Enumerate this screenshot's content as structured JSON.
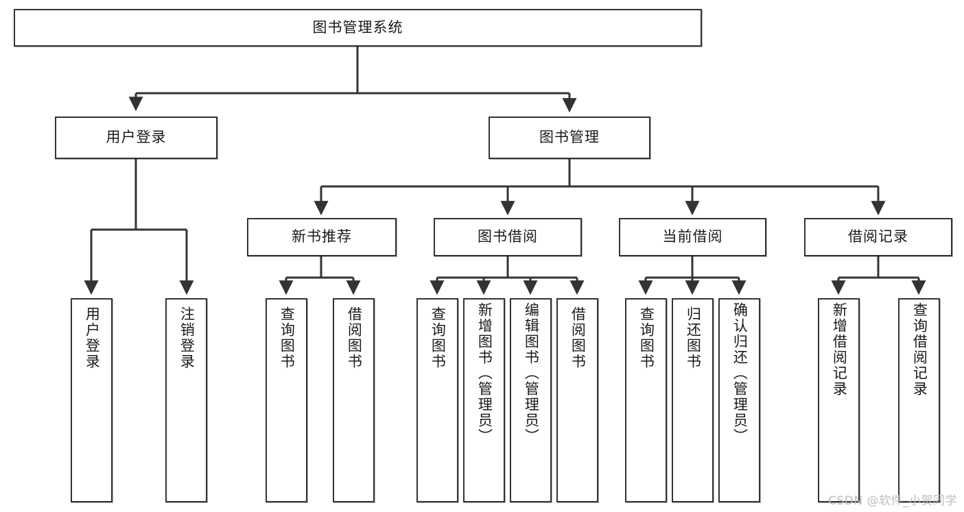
{
  "diagram": {
    "title": "图书管理系统",
    "type": "hierarchy-tree",
    "watermark": "CSDN @软件_小贺同学",
    "colors": {
      "box_border": "#333333",
      "box_fill": "#ffffff",
      "connector": "#333333",
      "text": "#1a1a1a",
      "watermark": "#bdbdbd"
    },
    "levels": {
      "root": {
        "label": "图书管理系统"
      },
      "level2": [
        {
          "label": "用户登录"
        },
        {
          "label": "图书管理"
        }
      ],
      "level3": [
        {
          "label": "新书推荐"
        },
        {
          "label": "图书借阅"
        },
        {
          "label": "当前借阅"
        },
        {
          "label": "借阅记录"
        }
      ],
      "leaves": {
        "user_login": [
          {
            "label": "用户登录"
          },
          {
            "label": "注销登录"
          }
        ],
        "new_book_recommend": [
          {
            "label": "查询图书"
          },
          {
            "label": "借阅图书"
          }
        ],
        "book_borrow": [
          {
            "label": "查询图书"
          },
          {
            "label": "新增图书（管理员）"
          },
          {
            "label": "编辑图书（管理员）"
          },
          {
            "label": "借阅图书"
          }
        ],
        "current_borrow": [
          {
            "label": "查询图书"
          },
          {
            "label": "归还图书"
          },
          {
            "label": "确认归还（管理员）"
          }
        ],
        "borrow_record": [
          {
            "label": "新增借阅记录"
          },
          {
            "label": "查询借阅记录"
          }
        ]
      }
    }
  }
}
